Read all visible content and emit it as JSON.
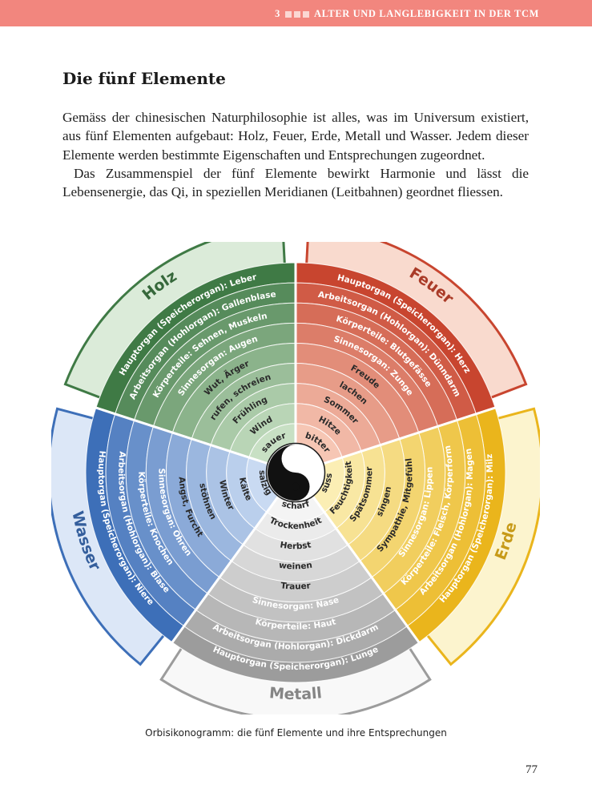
{
  "header": {
    "chapter_number": "3",
    "chapter_title": "ALTER UND LANGLEBIGKEIT IN DER TCM"
  },
  "section_title": "Die fünf Elemente",
  "paragraphs": [
    "Gemäss der chinesischen Naturphilosophie ist alles, was im Universum existiert, aus fünf Elementen aufgebaut: Holz, Feuer, Erde, Metall und Wasser. Jedem dieser Elemente werden bestimmte Eigenschaften und Entsprechungen zugeordnet.",
    "Das Zusammenspiel der fünf Elemente bewirkt Harmonie und lässt die Lebensenergie, das Qi, in speziellen Meridianen (Leitbahnen) geordnet fliessen."
  ],
  "diagram": {
    "elements": [
      {
        "name": "Holz",
        "color_outer": "#3f7a45",
        "color_inner": "#c8e0c4",
        "rings": [
          "Hauptorgan (Speicherorgan): Leber",
          "Arbeitsorgan (Hohlorgan): Gallenblase",
          "Körperteile: Sehnen, Muskeln",
          "Sinnesorgan: Augen",
          "Wut, Ärger",
          "rufen, schreien",
          "Frühling",
          "Wind",
          "sauer"
        ]
      },
      {
        "name": "Feuer",
        "color_outer": "#c8452f",
        "color_inner": "#f6c6b4",
        "rings": [
          "Hauptorgan (Speicherorgan): Herz",
          "Arbeitsorgan (Hohlorgan): Dünndarm",
          "Körperteile: Blutgefässe",
          "Sinnesorgan: Zunge",
          "Freude",
          "lachen",
          "Sommer",
          "Hitze",
          "bitter"
        ]
      },
      {
        "name": "Erde",
        "color_outer": "#eab51c",
        "color_inner": "#fbeeb4",
        "rings": [
          "Hauptorgan (Speicherorgan): Milz",
          "Arbeitsorgan (Hohlorgan): Magen",
          "Körperteile: Fleisch, Körperform",
          "Sinnesorgan: Lippen",
          "Sympathie, Mitgefühl",
          "singen",
          "Spätsommer",
          "Feuchtigkeit",
          "süss"
        ]
      },
      {
        "name": "Metall",
        "color_outer": "#9c9c9c",
        "color_inner": "#f4f4f4",
        "rings": [
          "Hauptorgan (Speicherorgan): Lunge",
          "Arbeitsorgan (Hohlorgan): Dickdarm",
          "Körperteile: Haut",
          "Sinnesorgan: Nase",
          "Trauer",
          "weinen",
          "Herbst",
          "Trockenheit",
          "scharf"
        ]
      },
      {
        "name": "Wasser",
        "color_outer": "#3d6fb8",
        "color_inner": "#c9daf2",
        "rings": [
          "Hauptorgan (Speicherorgan): Niere",
          "Arbeitsorgan (Hohlorgan): Blase",
          "Körperteile: Knochen",
          "Sinnesorgan: Ohren",
          "Angst, Furcht",
          "stöhnen",
          "Winter",
          "Kälte",
          "salzig"
        ]
      }
    ]
  },
  "caption": "Orbisikonogramm: die fünf Elemente und ihre Entsprechungen",
  "page_number": "77"
}
